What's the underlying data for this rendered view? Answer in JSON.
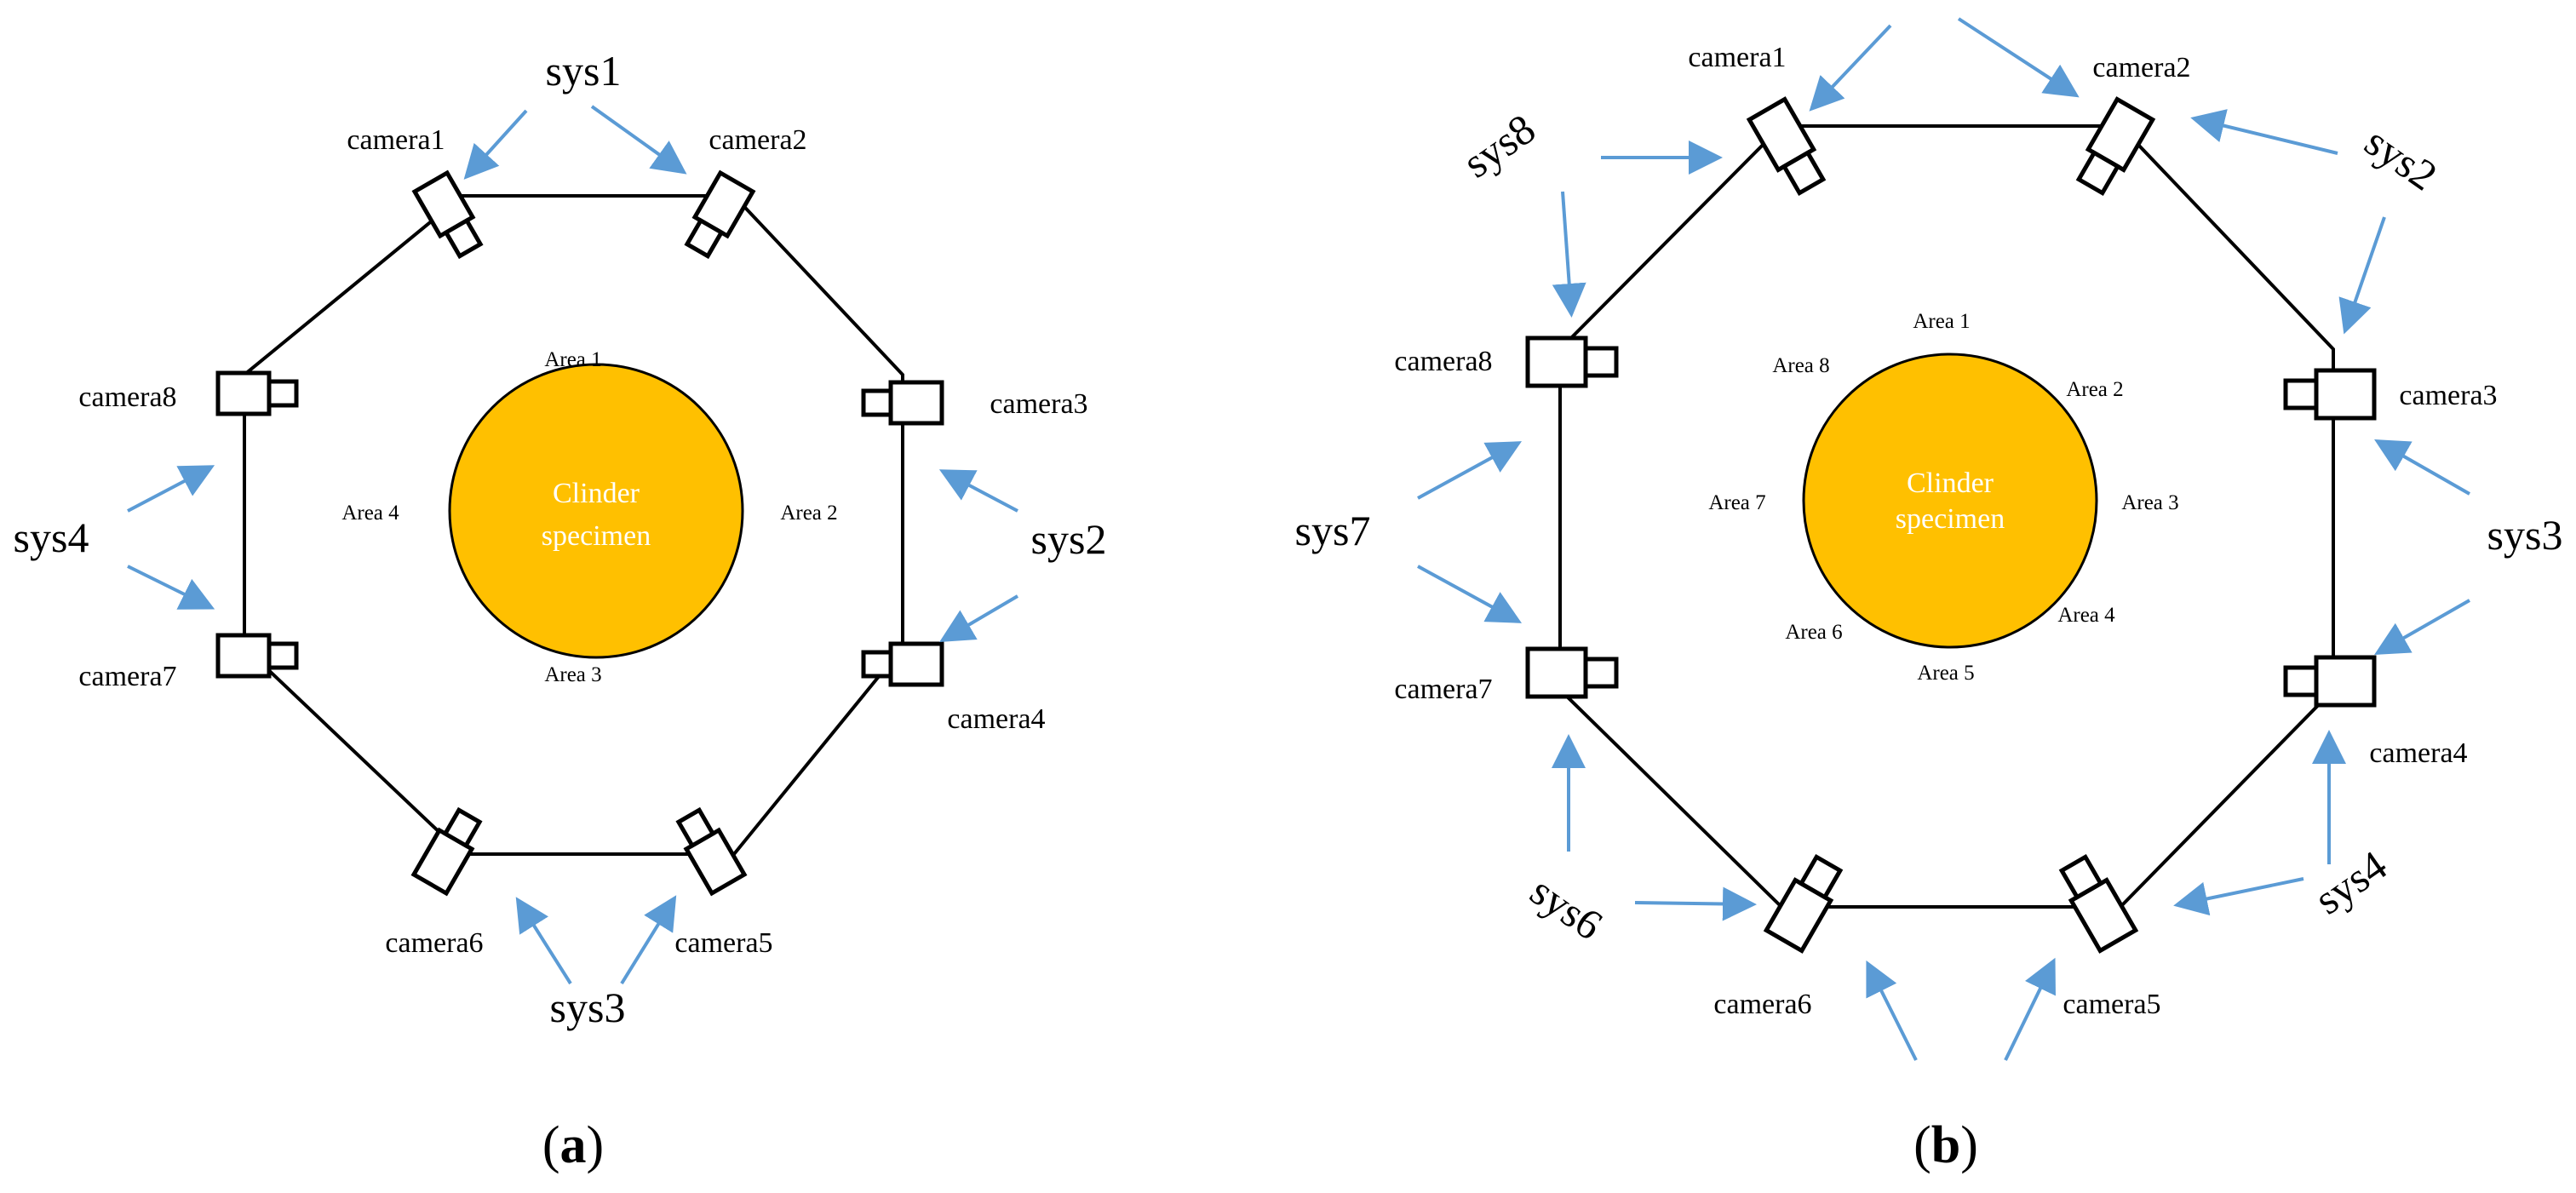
{
  "panel_a": {
    "label_open": "(",
    "label_letter": "a",
    "label_close": ")",
    "cameras": [
      "camera1",
      "camera2",
      "camera3",
      "camera4",
      "camera5",
      "camera6",
      "camera7",
      "camera8"
    ],
    "systems": [
      "sys1",
      "sys2",
      "sys3",
      "sys4"
    ],
    "areas": [
      "Area 1",
      "Area 2",
      "Area 3",
      "Area 4"
    ],
    "specimen": [
      "Clinder",
      "specimen"
    ]
  },
  "panel_b": {
    "label_open": "(",
    "label_letter": "b",
    "label_close": ")",
    "cameras": [
      "camera1",
      "camera2",
      "camera3",
      "camera4",
      "camera5",
      "camera6",
      "camera7",
      "camera8"
    ],
    "systems": [
      "sys2",
      "sys3",
      "sys4",
      "sys6",
      "sys7",
      "sys8"
    ],
    "areas": [
      "Area 1",
      "Area 2",
      "Area 3",
      "Area 4",
      "Area 5",
      "Area 6",
      "Area 7",
      "Area 8"
    ],
    "specimen": [
      "Clinder",
      "specimen"
    ]
  },
  "colors": {
    "specimen_fill": "#ffc000",
    "arrow": "#5b9bd5",
    "frame": "#000000"
  }
}
